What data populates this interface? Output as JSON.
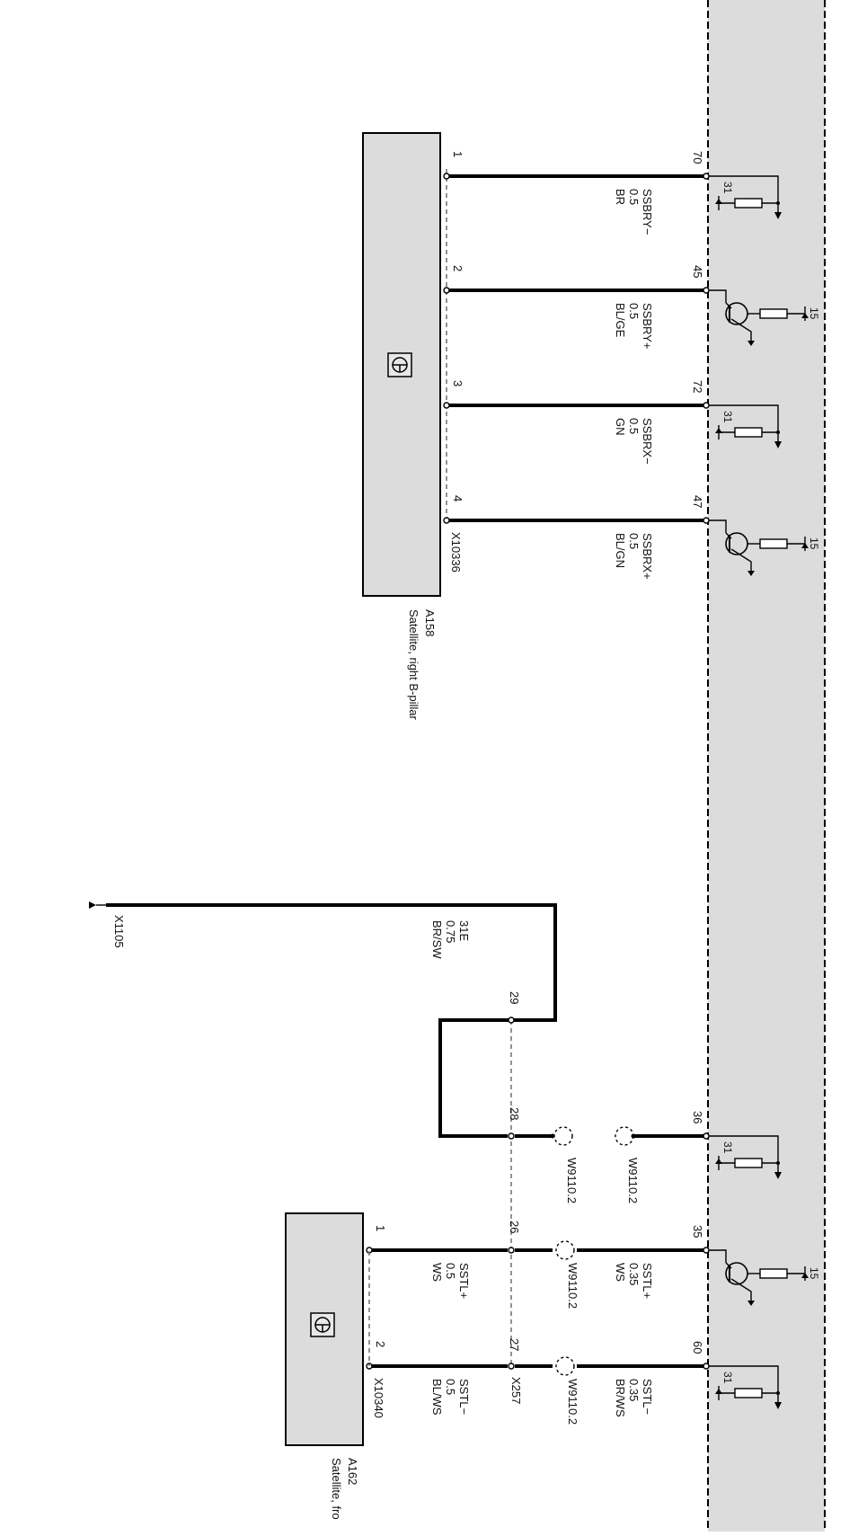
{
  "ecu": {
    "panel_color": "#dcdcdc",
    "circuits": [
      {
        "pin": "70",
        "type": "pulldown",
        "ref": "31"
      },
      {
        "pin": "45",
        "type": "transistor",
        "ref": "15"
      },
      {
        "pin": "72",
        "type": "pulldown",
        "ref": "31"
      },
      {
        "pin": "47",
        "type": "transistor",
        "ref": "15"
      },
      {
        "pin": "36",
        "type": "pulldown",
        "ref": "31"
      },
      {
        "pin": "35",
        "type": "transistor",
        "ref": "15"
      },
      {
        "pin": "60",
        "type": "pulldown",
        "ref": "31"
      }
    ]
  },
  "modules": [
    {
      "id": "A158",
      "description": "Satellite, right B-pillar",
      "connector": "X10336",
      "color": "#dcdcdc",
      "icon": "airbag-satellite-icon",
      "pins": [
        "1",
        "2",
        "3",
        "4"
      ]
    },
    {
      "id": "A162",
      "description": "Satellite, fro",
      "connector": "X10340",
      "color": "#dcdcdc",
      "icon": "airbag-satellite-icon",
      "pins": [
        "1",
        "2"
      ]
    }
  ],
  "wires_upper": [
    {
      "signal": "SSBRY−",
      "gauge": "0.5",
      "color": "BR"
    },
    {
      "signal": "SSBRY+",
      "gauge": "0.5",
      "color": "BL/GE"
    },
    {
      "signal": "SSBRX−",
      "gauge": "0.5",
      "color": "GN"
    },
    {
      "signal": "SSBRX+",
      "gauge": "0.5",
      "color": "BL/GN"
    }
  ],
  "wires_lower": [
    {
      "signal": "SSTL+",
      "gauge": "0.35",
      "color": "WS",
      "splice": "W9110.2"
    },
    {
      "signal": "SSTL−",
      "gauge": "0.35",
      "color": "BR/WS",
      "splice": "W9110.2"
    }
  ],
  "wires_module_side": [
    {
      "signal": "SSTL+",
      "gauge": "0.5",
      "color": "WS"
    },
    {
      "signal": "SSTL−",
      "gauge": "0.5",
      "color": "BL/WS"
    }
  ],
  "splices": {
    "upper": "W9110.2",
    "lower": "W9110.2"
  },
  "connector_x257": {
    "name": "X257",
    "pins": [
      "29",
      "28",
      "26",
      "27"
    ]
  },
  "ground": {
    "name": "X1105",
    "wire_signal": "31E",
    "wire_gauge": "0.75",
    "wire_color": "BR/SW"
  }
}
